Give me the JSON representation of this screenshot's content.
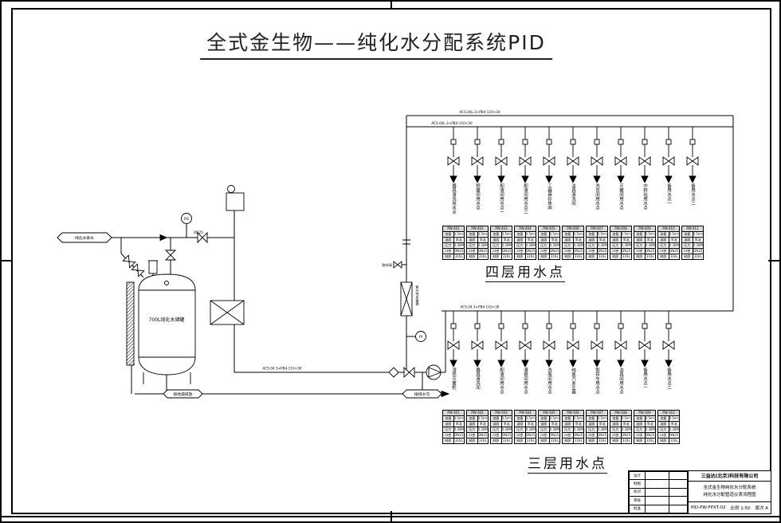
{
  "page": {
    "title": "全式金生物——纯化水分配系统PID"
  },
  "floor4": {
    "label": "四层用水点",
    "points": [
      {
        "code": "PW-401",
        "name": "器具清洗用水点"
      },
      {
        "code": "PW-402",
        "name": "称量间用水点"
      },
      {
        "code": "PW-403",
        "name": "配液间用水点一"
      },
      {
        "code": "PW-404",
        "name": "配液间用水点二"
      },
      {
        "code": "PW-405",
        "name": "工器具存放间"
      },
      {
        "code": "PW-406",
        "name": "洁具清洗间"
      },
      {
        "code": "PW-407",
        "name": "洗衣间用水点"
      },
      {
        "code": "PW-408",
        "name": "灭菌间用水点"
      },
      {
        "code": "PW-409",
        "name": "中转站用水点"
      },
      {
        "code": "PW-410",
        "name": "备用水点一"
      },
      {
        "code": "PW-411",
        "name": "备用水点二"
      }
    ]
  },
  "floor3": {
    "label": "三层用水点",
    "points": [
      {
        "code": "PW-301",
        "name": "湿热灭菌柜"
      },
      {
        "code": "PW-302",
        "name": "器具清洗间"
      },
      {
        "code": "PW-303",
        "name": "配液间用水点"
      },
      {
        "code": "PW-304",
        "name": "灌装间用水点"
      },
      {
        "code": "PW-305",
        "name": "洗瓶间用水点"
      },
      {
        "code": "PW-306",
        "name": "纯蒸汽发生器"
      },
      {
        "code": "PW-307",
        "name": "取样车用水点"
      },
      {
        "code": "PW-308",
        "name": "洁具间用水点"
      },
      {
        "code": "PW-309",
        "name": "备用水点一"
      },
      {
        "code": "PW-310",
        "name": "备用水点二"
      }
    ]
  },
  "spec_table": {
    "rows": [
      [
        "流量",
        "0.5m³/h"
      ],
      [
        "温度",
        "常温"
      ],
      [
        "压力",
        "0.30MPa"
      ],
      [
        "口径",
        "DN25"
      ],
      [
        "材质",
        "316L"
      ]
    ]
  },
  "equipment": {
    "tank_label": "700L纯化水储罐",
    "uv_label": "紫外线杀菌器"
  },
  "instruments": {
    "pg": "PG",
    "pi": "PI"
  },
  "tags": {
    "inlet": "纯化水来水",
    "drain1": "接地漏排放",
    "drain2": "接排水沟",
    "sample": "取样阀"
  },
  "pipe_codes": {
    "top": "ACS.04L.3×PB4-110×30",
    "top2": "ACS.04L.3×PB4-110×30",
    "bottom": "ACS.04.3×PB4-110×30",
    "suction": "ACS.04.3×PB4-110×30",
    "dn": "DN25"
  },
  "titleblock": {
    "company": "三益达(北京)科技有限公司",
    "project": "全式金生物纯化水分配系统",
    "drawing_title": "纯化水分配管道仪表流程图",
    "drawing_no": "PID-PW-FPXT-02",
    "sign_rows": [
      {
        "label": "设计",
        "name": "",
        "date": ""
      },
      {
        "label": "制图",
        "name": "",
        "date": ""
      },
      {
        "label": "校对",
        "name": "",
        "date": ""
      },
      {
        "label": "审核",
        "name": "",
        "date": ""
      },
      {
        "label": "批准",
        "name": "",
        "date": ""
      }
    ],
    "scale_label": "比例",
    "scale": "1:50",
    "version_label": "版次",
    "version": "A"
  }
}
